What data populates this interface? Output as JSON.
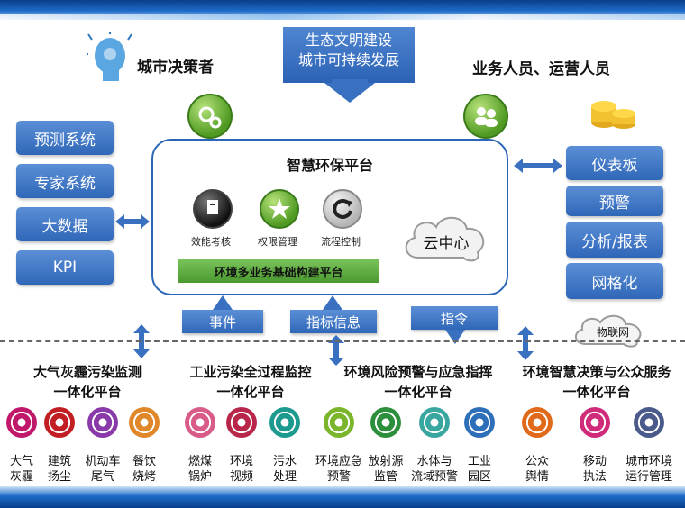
{
  "top_box": {
    "line1": "生态文明建设",
    "line2": "城市可持续发展"
  },
  "decision_maker": "城市决策者",
  "business_staff": "业务人员、运营人员",
  "left_systems": [
    "预测系统",
    "专家系统",
    "大数据",
    "KPI"
  ],
  "right_modules": [
    "仪表板",
    "预警",
    "分析/报表",
    "网格化"
  ],
  "platform": {
    "title": "智慧环保平台",
    "icons": [
      {
        "label": "效能考核",
        "icon": "report-icon"
      },
      {
        "label": "权限管理",
        "icon": "star-icon"
      },
      {
        "label": "流程控制",
        "icon": "refresh-icon"
      }
    ],
    "base_bar": "环境多业务基础构建平台",
    "cloud": "云中心"
  },
  "flow_labels": {
    "event": "事件",
    "indicator": "指标信息",
    "command": "指令"
  },
  "iot_cloud": "物联网",
  "categories": [
    {
      "line1": "大气灰霾污染监测",
      "line2": "一体化平台"
    },
    {
      "line1": "工业污染全过程监控",
      "line2": "一体化平台"
    },
    {
      "line1": "环境风险预警与应急指挥",
      "line2": "一体化平台"
    },
    {
      "line1": "环境智慧决策与公众服务",
      "line2": "一体化平台"
    }
  ],
  "subsystems": [
    {
      "line1": "大气",
      "line2": "灰霾",
      "color": "#c0186a"
    },
    {
      "line1": "建筑",
      "line2": "扬尘",
      "color": "#c21f24"
    },
    {
      "line1": "机动车",
      "line2": "尾气",
      "color": "#8a3aa8"
    },
    {
      "line1": "餐饮",
      "line2": "烧烤",
      "color": "#e0872a"
    },
    {
      "line1": "燃煤",
      "line2": "锅炉",
      "color": "#d85b8a"
    },
    {
      "line1": "环境",
      "line2": "视频",
      "color": "#b8264a"
    },
    {
      "line1": "污水",
      "line2": "处理",
      "color": "#1d9a8f"
    },
    {
      "line1": "环境应急",
      "line2": "预警",
      "color": "#7bb52b"
    },
    {
      "line1": "放射源",
      "line2": "监管",
      "color": "#2c8f3c"
    },
    {
      "line1": "水体与",
      "line2": "流域预警",
      "color": "#3aa6a0"
    },
    {
      "line1": "工业",
      "line2": "园区",
      "color": "#2d6fb8"
    },
    {
      "line1": "公众",
      "line2": "舆情",
      "color": "#e06a1a"
    },
    {
      "line1": "移动",
      "line2": "执法",
      "color": "#d02a7a"
    },
    {
      "line1": "城市环境",
      "line2": "运行管理",
      "color": "#4a5a8a"
    }
  ],
  "colors": {
    "accent_blue": "#2f67b8",
    "green": "#5ea83a",
    "text": "#111111"
  }
}
